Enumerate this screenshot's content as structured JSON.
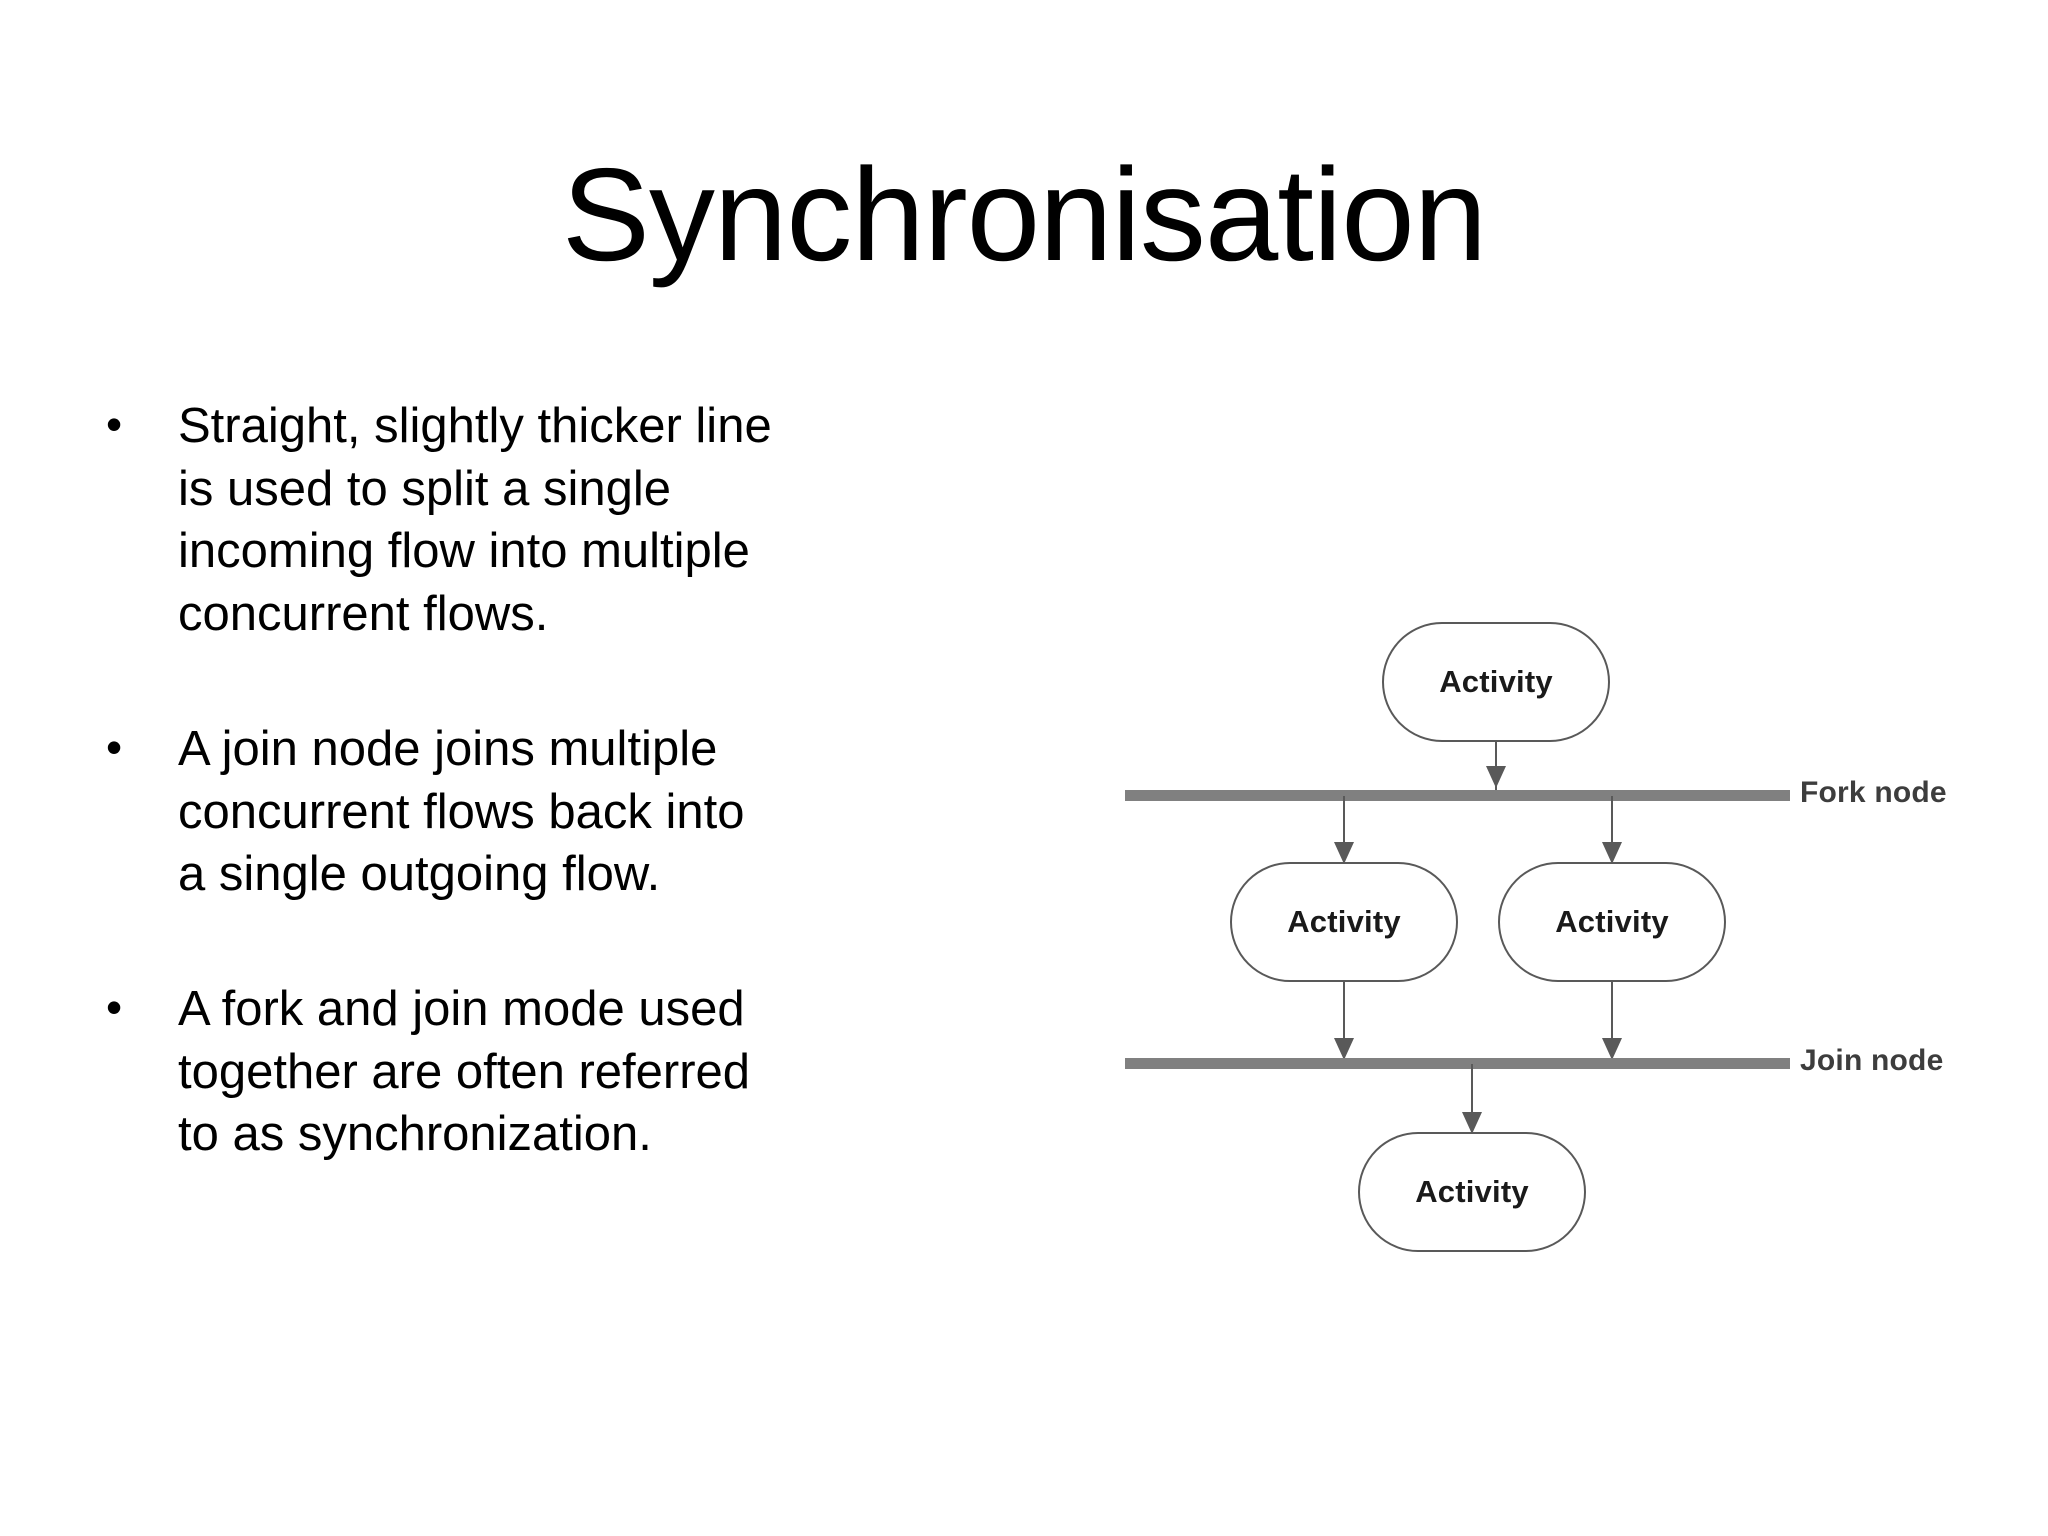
{
  "slide": {
    "title": "Synchronisation",
    "background_color": "#ffffff",
    "text_color": "#000000"
  },
  "bullets": [
    {
      "marker": "•",
      "lines": [
        "Straight, slightly thicker line",
        "is used to split a single",
        "incoming flow into multiple",
        "concurrent flows."
      ],
      "text": "Straight, slightly thicker line is used to split a single incoming flow into multiple concurrent flows."
    },
    {
      "marker": "•",
      "lines": [
        "A join node joins multiple",
        "concurrent flows back into",
        "a single outgoing flow."
      ],
      "text": "A join node joins multiple concurrent flows back into a single outgoing flow."
    },
    {
      "marker": "•",
      "lines": [
        "A fork and join mode used",
        "together are often referred",
        "to as synchronization."
      ],
      "text": "A fork and join mode used together are often referred to as synchronization."
    }
  ],
  "diagram": {
    "type": "uml-activity-fork-join",
    "node_border_color": "#595959",
    "bar_color": "#808080",
    "label_color": "#3d3d3d",
    "nodes": {
      "top": "Activity",
      "left": "Activity",
      "right": "Activity",
      "bottom": "Activity"
    },
    "bars": {
      "fork_label": "Fork node",
      "join_label": "Join node"
    }
  }
}
